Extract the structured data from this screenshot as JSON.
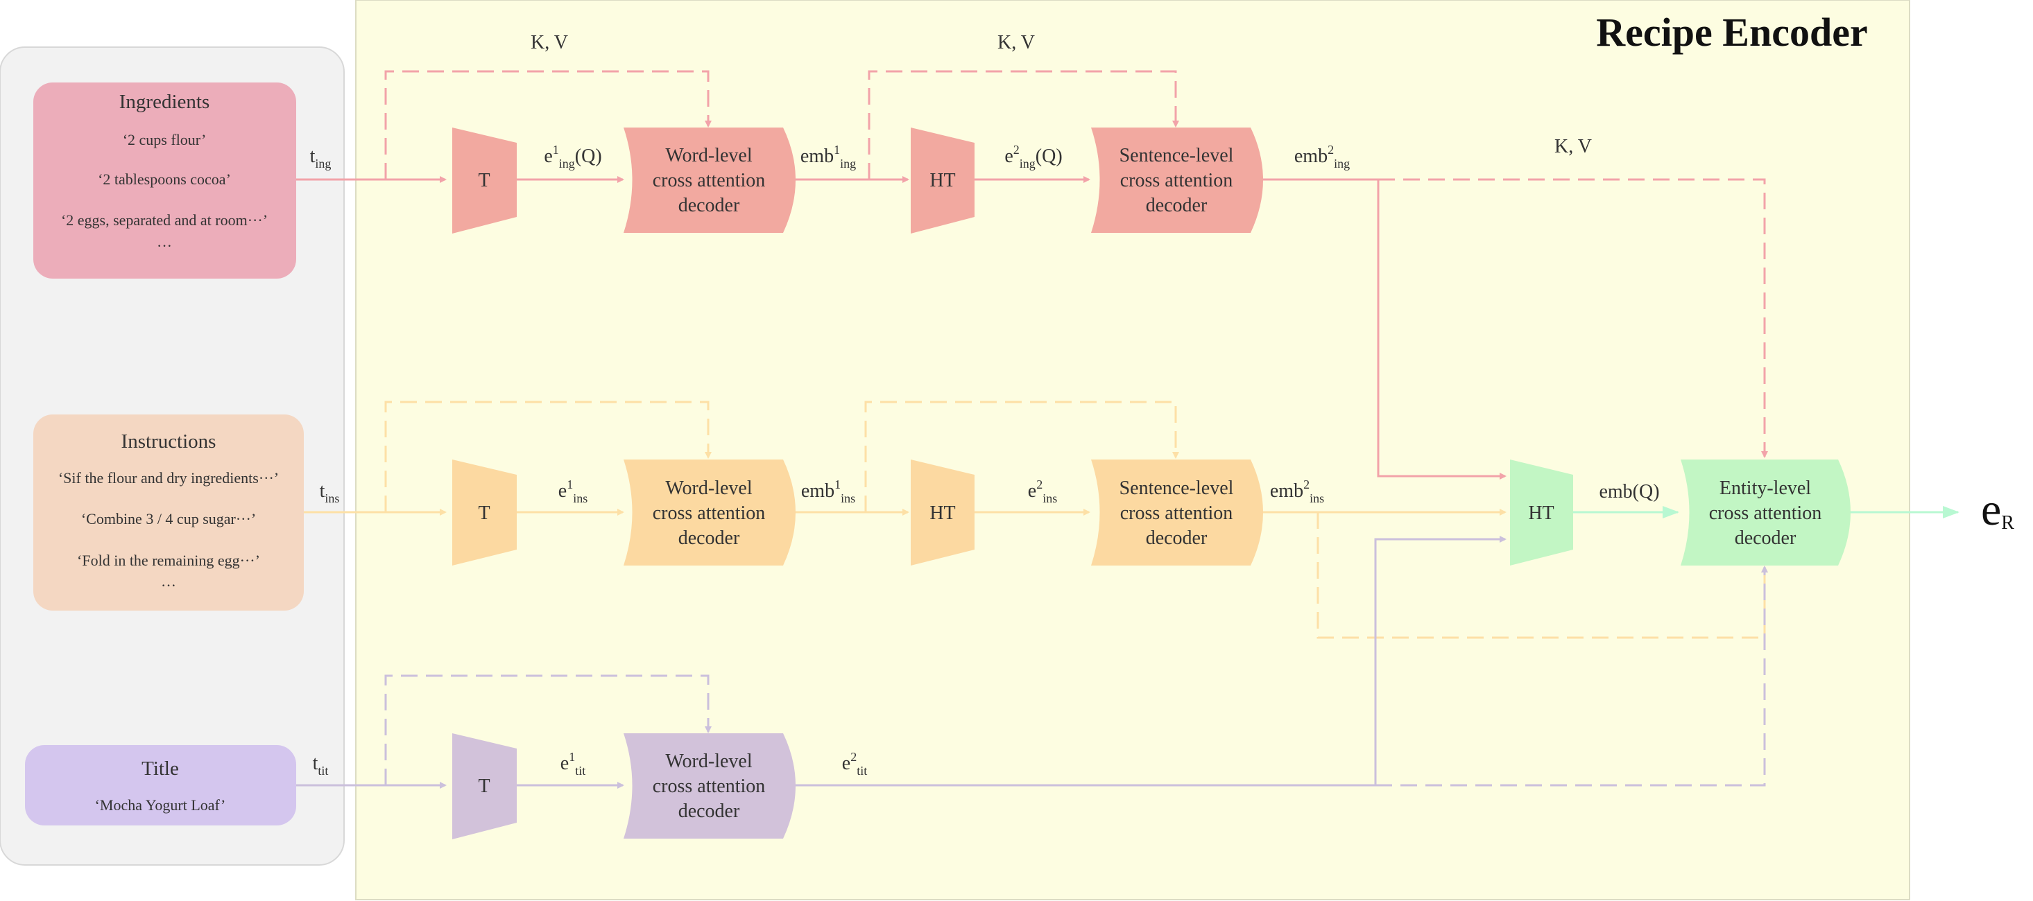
{
  "title": "Recipe Encoder",
  "colors": {
    "encoder_bg": "#fdfde1",
    "input_panel_bg": "#f2f2f2",
    "ingredients": "#f2a9a0",
    "ingredients_box": "#ecadba",
    "instructions": "#fcd9a1",
    "instructions_box": "#f4d7c2",
    "title": "#d2c2da",
    "title_box": "#d4c6ee",
    "entity": "#c2f6c4",
    "ingredients_arrow": "#f2a3a9",
    "instructions_arrow": "#fde0a6",
    "title_arrow": "#cbc0dc",
    "output_arrow": "#b8f8d2"
  },
  "inputs": {
    "ingredients": {
      "heading": "Ingredients",
      "lines": [
        "‘2 cups flour’",
        "‘2 tablespoons cocoa’",
        "‘2 eggs, separated and at room···’",
        "···"
      ]
    },
    "instructions": {
      "heading": "Instructions",
      "lines": [
        "‘Sif the flour and dry ingredients···’",
        "‘Combine 3 / 4 cup sugar···’",
        "‘Fold in the remaining egg···’",
        "···"
      ]
    },
    "title": {
      "heading": "Title",
      "lines": [
        "‘Mocha Yogurt Loaf’"
      ]
    }
  },
  "blocks": {
    "t": "T",
    "ht": "HT",
    "word_decoder": [
      "Word-level",
      "cross attention",
      "decoder"
    ],
    "sentence_decoder": [
      "Sentence-level",
      "cross attention",
      "decoder"
    ],
    "entity_decoder": [
      "Entity-level",
      "cross attention",
      "decoder"
    ]
  },
  "labels": {
    "kv": "K, V",
    "t_ing": {
      "base": "t",
      "sub": "ing"
    },
    "t_ins": {
      "base": "t",
      "sub": "ins"
    },
    "t_tit": {
      "base": "t",
      "sub": "tit"
    },
    "e1_ing": {
      "base": "e",
      "sup": "1",
      "sub": "ing",
      "suffix": "(Q)"
    },
    "e2_ing": {
      "base": "e",
      "sup": "2",
      "sub": "ing",
      "suffix": "(Q)"
    },
    "emb1_ing": {
      "base": "emb",
      "sup": "1",
      "sub": "ing"
    },
    "emb2_ing": {
      "base": "emb",
      "sup": "2",
      "sub": "ing"
    },
    "e1_ins": {
      "base": "e",
      "sup": "1",
      "sub": "ins"
    },
    "e2_ins": {
      "base": "e",
      "sup": "2",
      "sub": "ins"
    },
    "emb1_ins": {
      "base": "emb",
      "sup": "1",
      "sub": "ins"
    },
    "emb2_ins": {
      "base": "emb",
      "sup": "2",
      "sub": "ins"
    },
    "e1_tit": {
      "base": "e",
      "sup": "1",
      "sub": "tit"
    },
    "e2_tit": {
      "base": "e",
      "sup": "2",
      "sub": "tit"
    },
    "emb_q": "emb(Q)",
    "output": {
      "base": "e",
      "sub": "R"
    }
  }
}
